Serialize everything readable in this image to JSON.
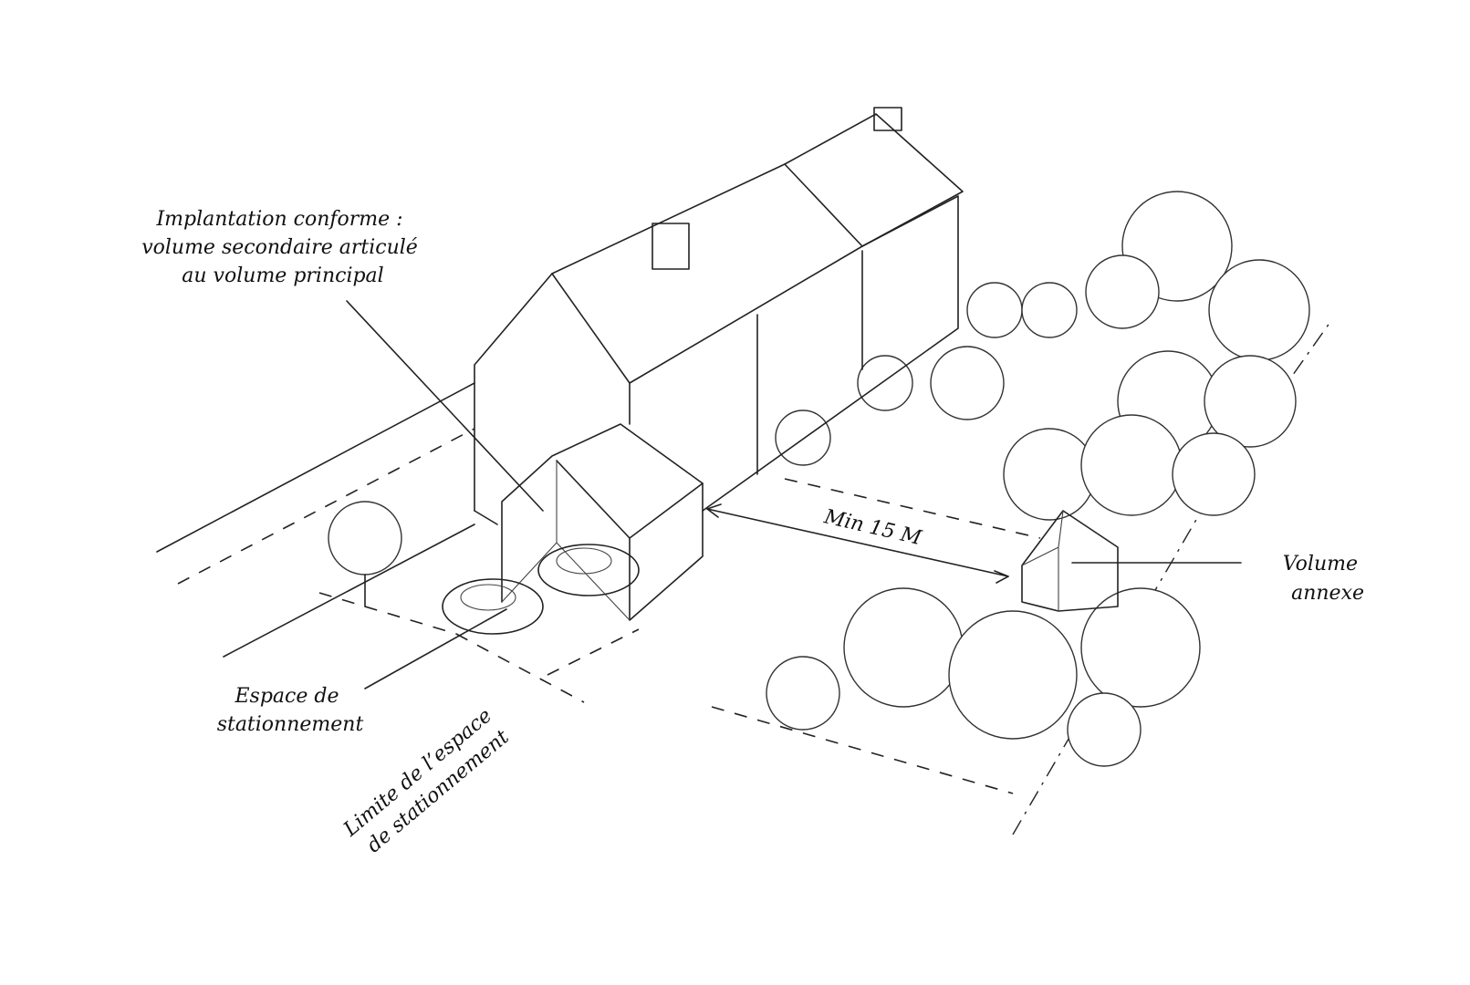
{
  "labels": {
    "implantation": [
      "Implantation conforme :",
      "volume secondaire articulé",
      "au volume principal"
    ],
    "espace": [
      "Espace de",
      "stationnement"
    ],
    "limite": [
      "Limite de l’espace",
      "de stationnement"
    ],
    "distance": "Min 15 M",
    "annexe": [
      "Volume",
      "annexe"
    ]
  },
  "colors": {
    "ink": "#222222",
    "paper": "#ffffff"
  }
}
